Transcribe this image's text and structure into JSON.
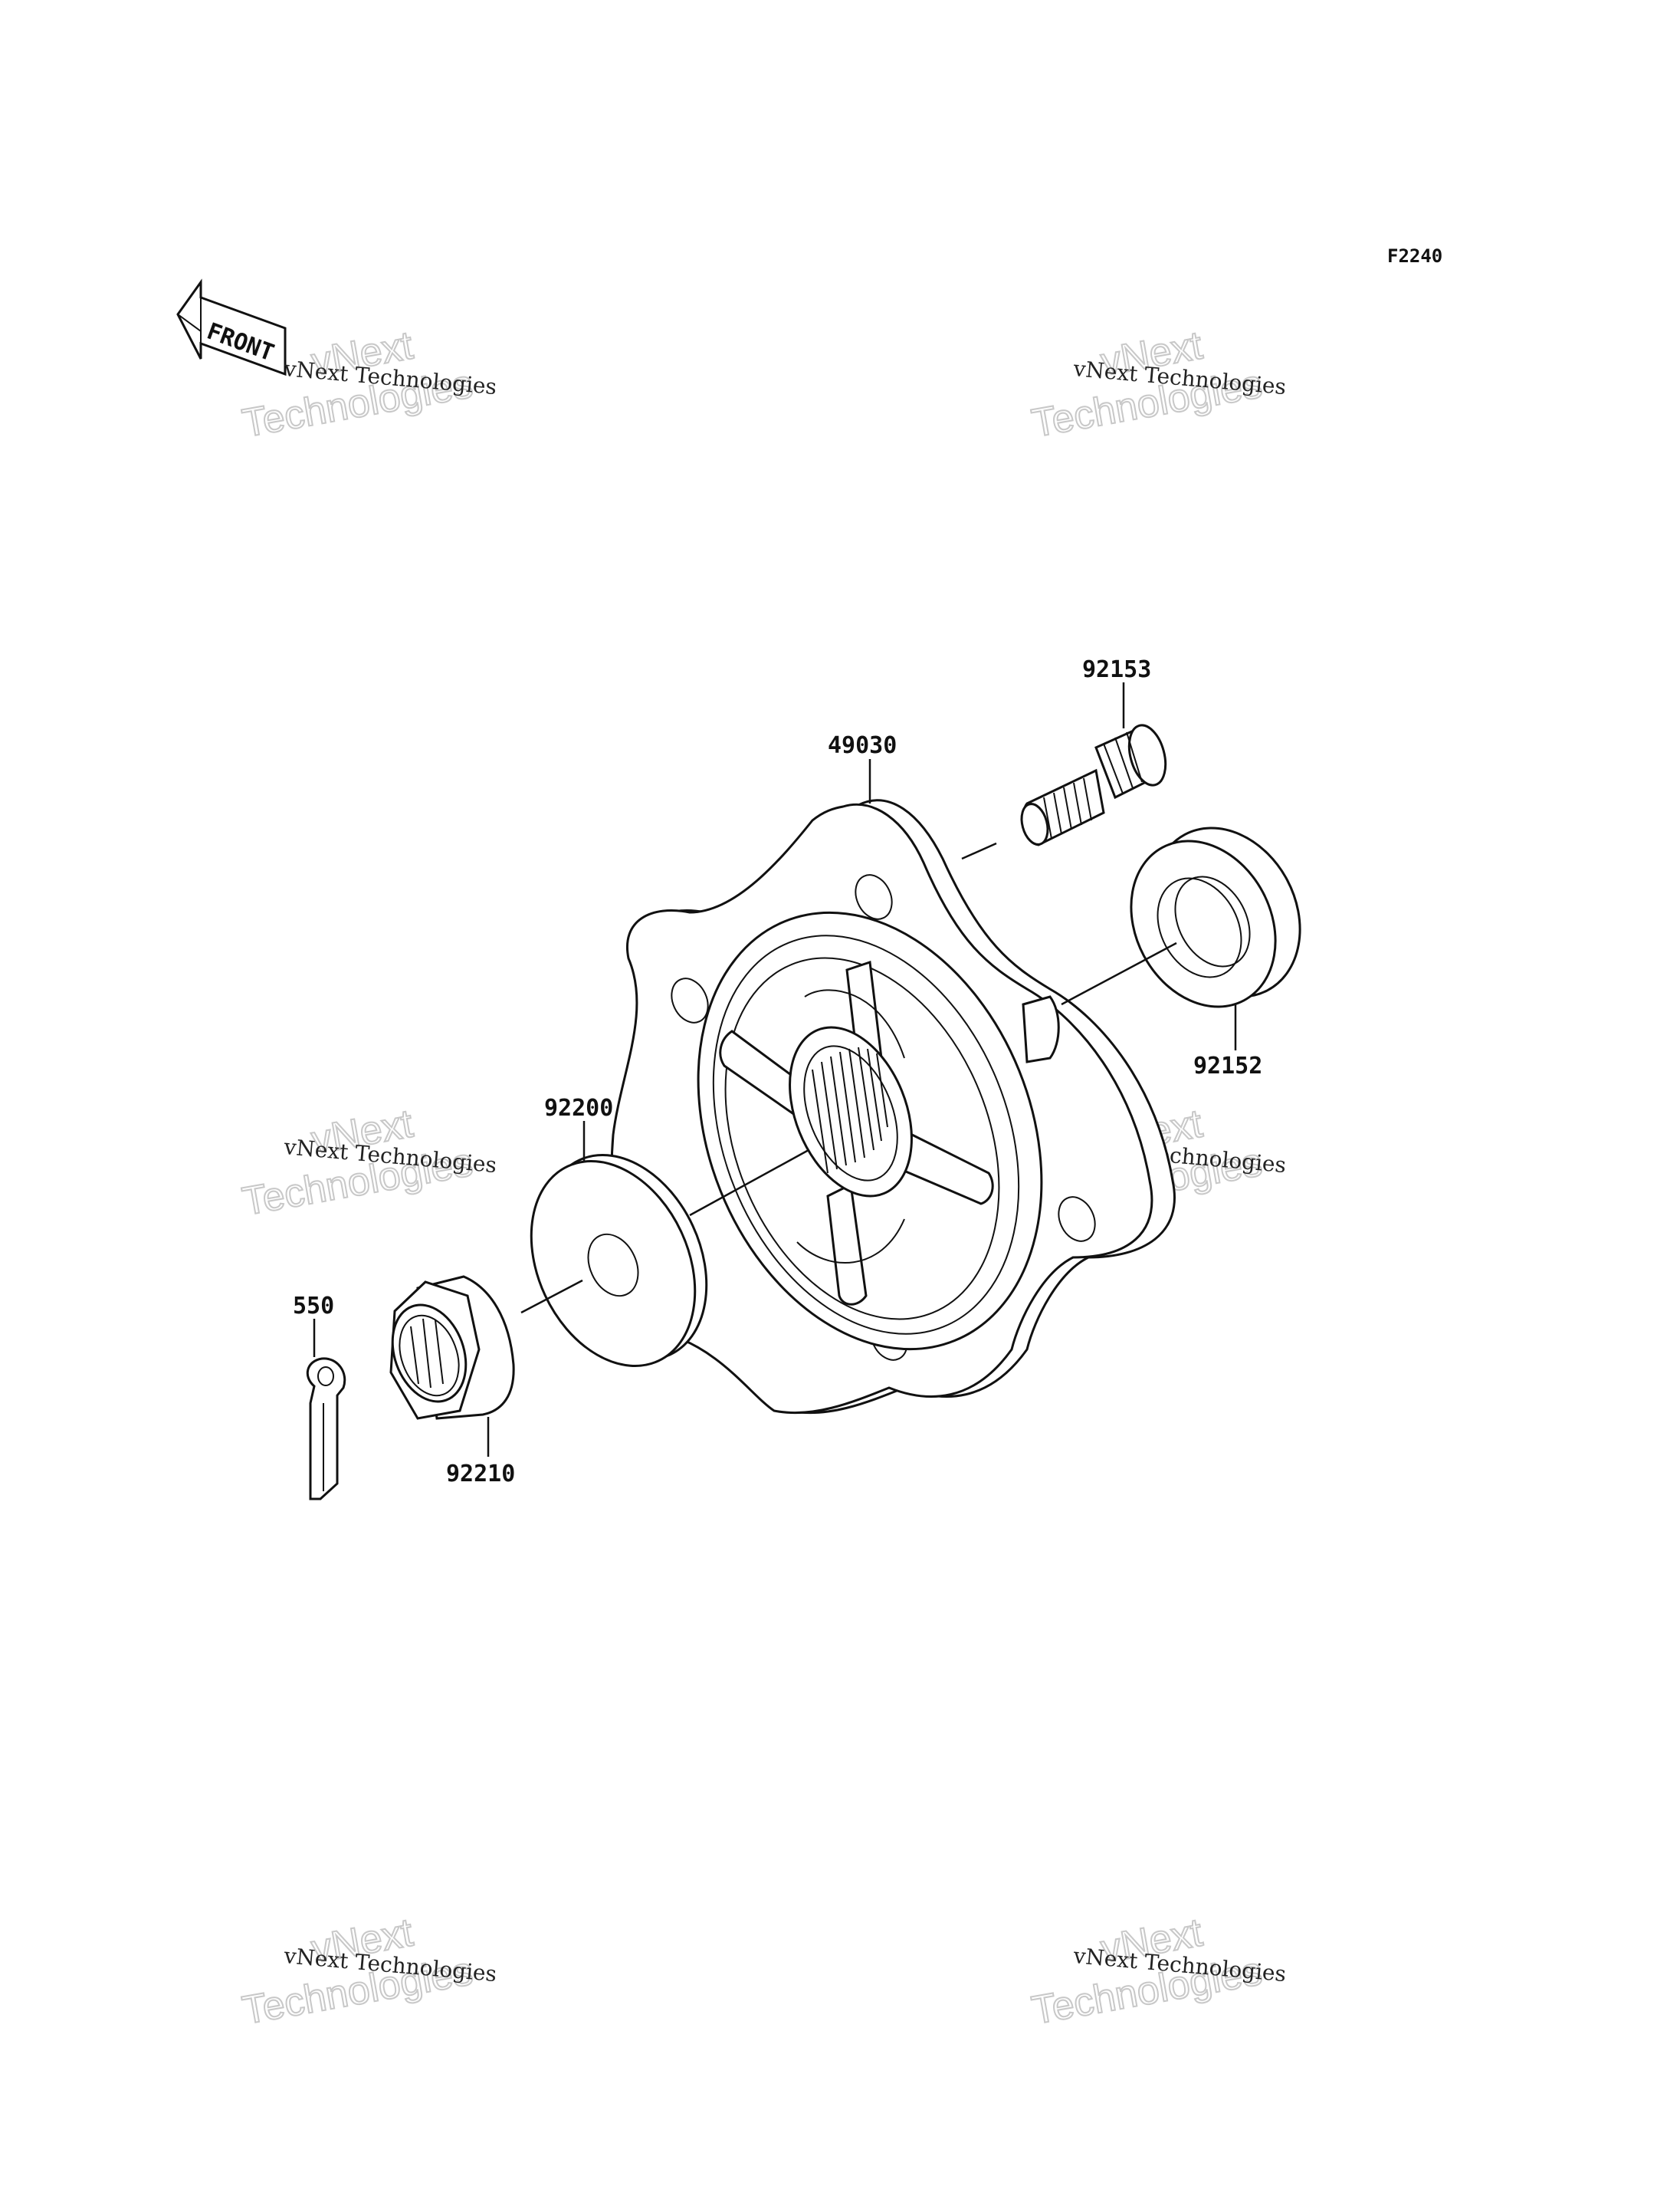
{
  "figure_code": "F2240",
  "front_indicator": {
    "text": "FRONT"
  },
  "watermark": {
    "line1": "vNext Technologies",
    "line2": "vNext",
    "line3": "Technologies"
  },
  "parts": [
    {
      "id": "part-92153",
      "number": "92153"
    },
    {
      "id": "part-49030",
      "number": "49030"
    },
    {
      "id": "part-92152",
      "number": "92152"
    },
    {
      "id": "part-92200",
      "number": "92200"
    },
    {
      "id": "part-550",
      "number": "550"
    },
    {
      "id": "part-92210",
      "number": "92210"
    }
  ]
}
